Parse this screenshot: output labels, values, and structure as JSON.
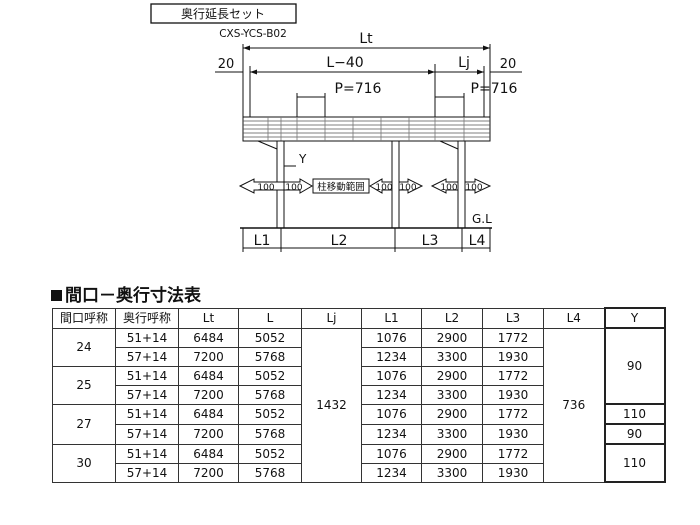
{
  "header": {
    "title": "奥行延長セット",
    "model": "CXS-YCS-B02"
  },
  "diagram": {
    "labels": {
      "lt": "Lt",
      "l_minus": "L−40",
      "lj": "Lj",
      "p_left": "P=716",
      "p_right": "P=716",
      "offset_left": "20",
      "offset_right": "20",
      "y": "Y",
      "gl": "G.L",
      "move_range": "柱移動範囲",
      "arrow_val": "100",
      "l1": "L1",
      "l2": "L2",
      "l3": "L3",
      "l4": "L4"
    }
  },
  "table": {
    "title": "間口－奥行寸法表",
    "headers": [
      "間口呼称",
      "奥行呼称",
      "Lt",
      "L",
      "Lj",
      "L1",
      "L2",
      "L3",
      "L4",
      "Y"
    ],
    "lj_value": "1432",
    "l4_value": "736",
    "groups": [
      {
        "frontage": "24",
        "rows": [
          {
            "depth": "51+14",
            "lt": "6484",
            "l": "5052",
            "l1": "1076",
            "l2": "2900",
            "l3": "1772"
          },
          {
            "depth": "57+14",
            "lt": "7200",
            "l": "5768",
            "l1": "1234",
            "l2": "3300",
            "l3": "1930"
          }
        ]
      },
      {
        "frontage": "25",
        "rows": [
          {
            "depth": "51+14",
            "lt": "6484",
            "l": "5052",
            "l1": "1076",
            "l2": "2900",
            "l3": "1772"
          },
          {
            "depth": "57+14",
            "lt": "7200",
            "l": "5768",
            "l1": "1234",
            "l2": "3300",
            "l3": "1930"
          }
        ]
      },
      {
        "frontage": "27",
        "rows": [
          {
            "depth": "51+14",
            "lt": "6484",
            "l": "5052",
            "l1": "1076",
            "l2": "2900",
            "l3": "1772"
          },
          {
            "depth": "57+14",
            "lt": "7200",
            "l": "5768",
            "l1": "1234",
            "l2": "3300",
            "l3": "1930"
          }
        ]
      },
      {
        "frontage": "30",
        "rows": [
          {
            "depth": "51+14",
            "lt": "6484",
            "l": "5052",
            "l1": "1076",
            "l2": "2900",
            "l3": "1772"
          },
          {
            "depth": "57+14",
            "lt": "7200",
            "l": "5768",
            "l1": "1234",
            "l2": "3300",
            "l3": "1930"
          }
        ]
      }
    ],
    "y_values": [
      "90",
      "110",
      "90",
      "110"
    ]
  }
}
